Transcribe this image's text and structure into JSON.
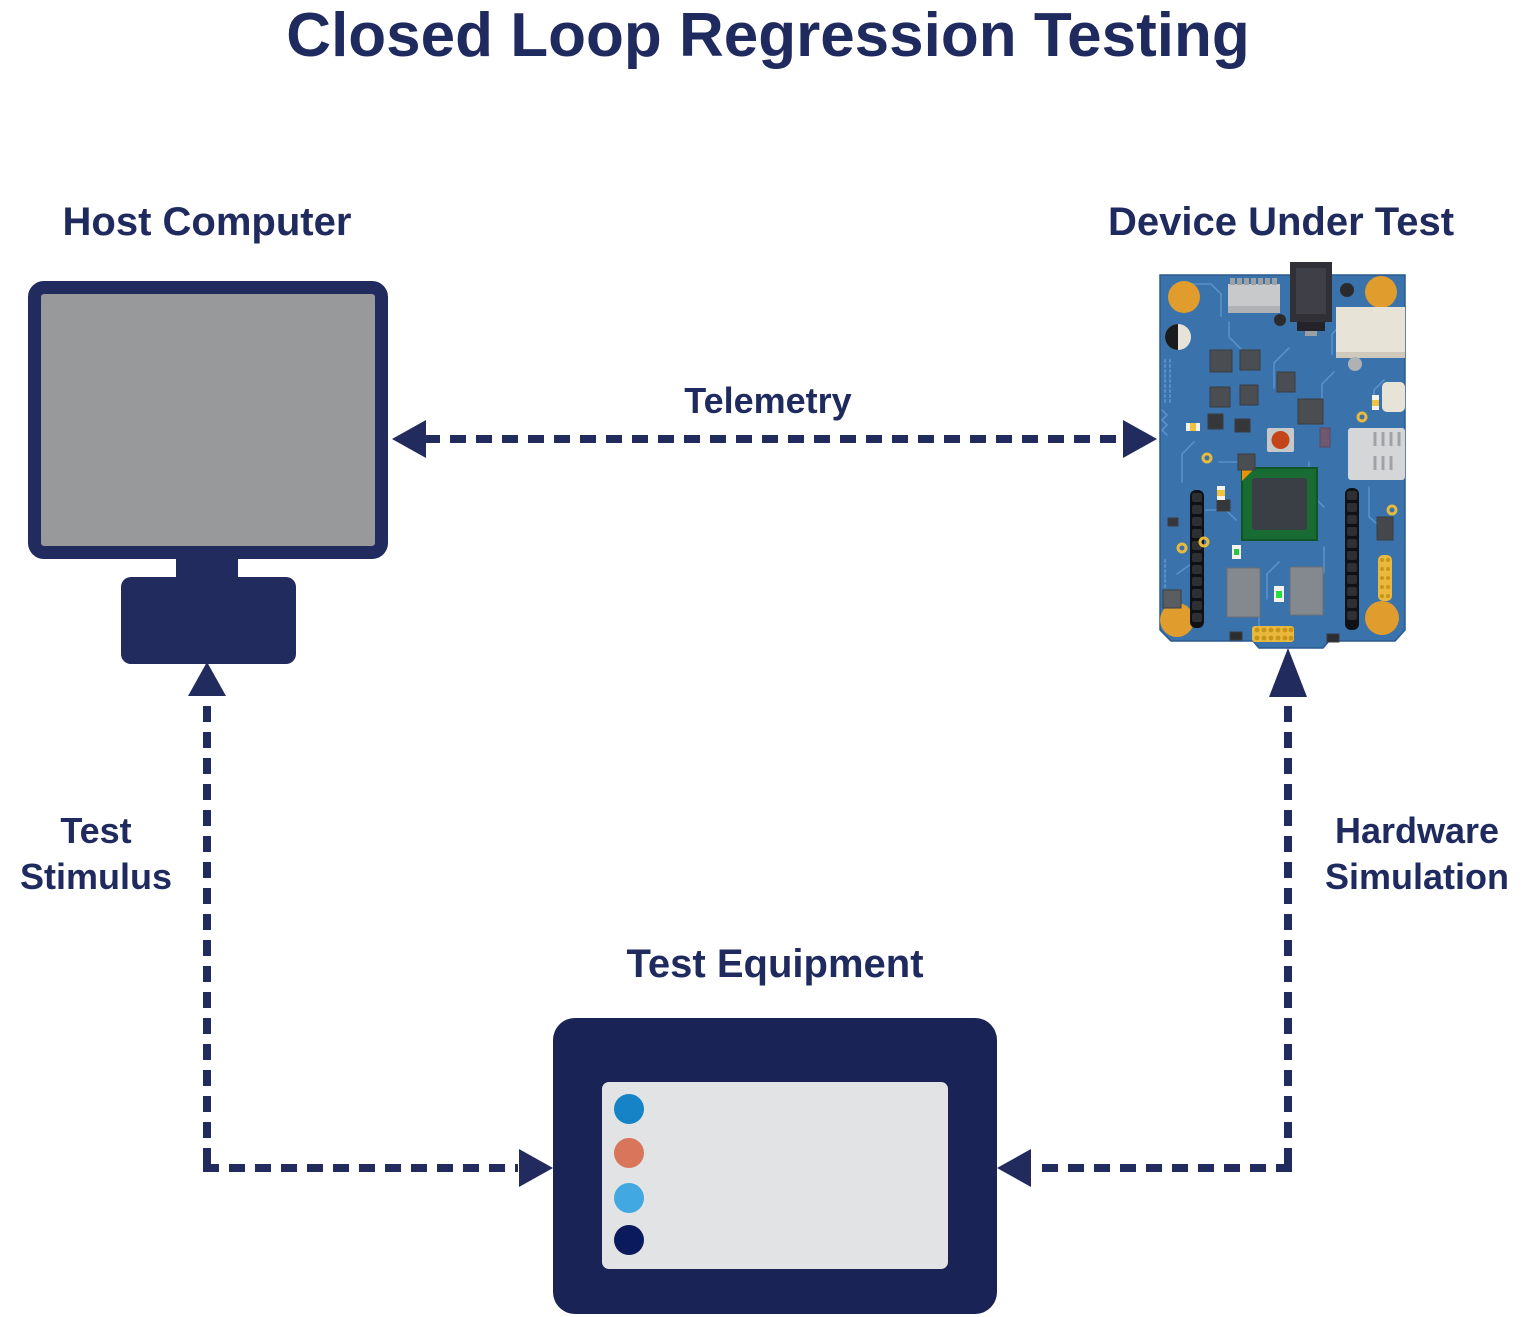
{
  "title": "Closed Loop Regression Testing",
  "nodes": {
    "host_computer": {
      "label": "Host Computer",
      "illustration": "monitor-icon"
    },
    "device_under_test": {
      "label": "Device Under Test",
      "illustration": "circuit-board-icon"
    },
    "test_equipment": {
      "label": "Test Equipment",
      "illustration": "equipment-screen-icon",
      "leds": [
        {
          "name": "led-blue",
          "color": "#1583C5"
        },
        {
          "name": "led-salmon",
          "color": "#D9755B"
        },
        {
          "name": "led-light-blue",
          "color": "#41A8E1"
        },
        {
          "name": "led-dark-navy",
          "color": "#0A1A5C"
        }
      ]
    }
  },
  "arrows": {
    "telemetry": {
      "label": "Telemetry",
      "direction": "bidirectional",
      "from": "Device Under Test",
      "to": "Host Computer"
    },
    "test_stimulus": {
      "label": "Test Stimulus",
      "lines": [
        "Test",
        "Stimulus"
      ],
      "direction": "into Host Computer and into Test Equipment"
    },
    "hardware_simulation": {
      "label": "Hardware Simulation",
      "lines": [
        "Hardware",
        "Simulation"
      ],
      "direction": "into Device Under Test and into Test Equipment"
    }
  },
  "colors": {
    "navy_text": "#1F2A5E",
    "navy_shapes": "#212B5E",
    "navy_box": "#1A2355",
    "monitor_screen_gray": "#97999B",
    "equipment_screen_gray": "#E2E3E4",
    "pcb_blue": "#3A72AB",
    "pcb_trace_blue": "#5E94CC",
    "pcb_gold": "#E09C2D",
    "arrow_style": "dashed"
  }
}
